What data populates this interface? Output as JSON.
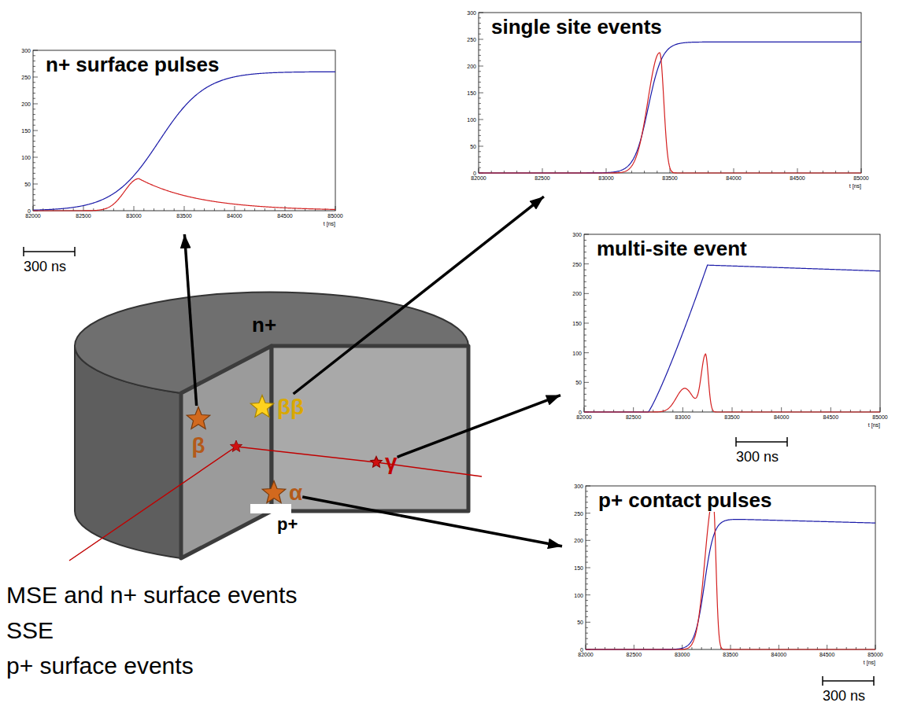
{
  "diagram": {
    "nodes": [
      {
        "text": [
          "n+ surface pulses"
        ]
      },
      {
        "text": [
          "single site events"
        ]
      },
      {
        "text": [
          "multi-site event"
        ]
      },
      {
        "text": [
          "p+ contact pulses"
        ]
      },
      {
        "text": [
          "β"
        ]
      },
      {
        "text": [
          "ββ"
        ]
      },
      {
        "text": [
          "γ"
        ]
      },
      {
        "text": [
          "α"
        ]
      }
    ],
    "edges": [
      {
        "from": 4,
        "to": 0,
        "arrow": "to"
      },
      {
        "from": 5,
        "to": 1,
        "arrow": "to"
      },
      {
        "from": 6,
        "to": 2,
        "arrow": "to"
      },
      {
        "from": 7,
        "to": 3,
        "arrow": "to"
      }
    ],
    "labels": [
      "0",
      "50",
      "100",
      "150",
      "200",
      "250",
      "300",
      "82000",
      "82500",
      "83000",
      "83500",
      "84000",
      "84500",
      "85000",
      "t [ns]",
      "0",
      "50",
      "100",
      "150",
      "200",
      "250",
      "300",
      "82000",
      "82500",
      "83000",
      "83500",
      "84000",
      "84500",
      "85000",
      "t [ns]",
      "0",
      "50",
      "100",
      "150",
      "200",
      "250",
      "300",
      "82000",
      "82500",
      "83000",
      "83500",
      "84000",
      "84500",
      "85000",
      "t [ns]",
      "0",
      "50",
      "100",
      "150",
      "200",
      "250",
      "300",
      "82000",
      "82500",
      "83000",
      "83500",
      "84000",
      "84500",
      "85000",
      "t [ns]",
      "300 ns",
      "300 ns",
      "300 ns",
      "n+",
      "p+",
      "MSE and n+ surface events",
      "SSE",
      "p+ surface events"
    ]
  }
}
